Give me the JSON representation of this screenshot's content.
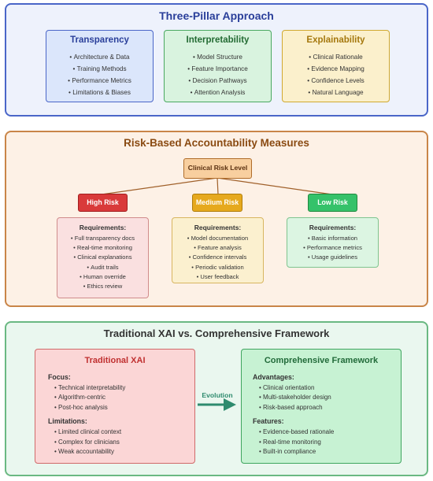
{
  "pillars": {
    "title": "Three-Pillar Approach",
    "boxes": [
      {
        "title": "Transparency",
        "items": [
          "Architecture & Data",
          "Training Methods",
          "Performance Metrics",
          "Limitations & Biases"
        ]
      },
      {
        "title": "Interpretability",
        "items": [
          "Model Structure",
          "Feature Importance",
          "Decision Pathways",
          "Attention Analysis"
        ]
      },
      {
        "title": "Explainability",
        "items": [
          "Clinical Rationale",
          "Evidence Mapping",
          "Confidence Levels",
          "Natural Language"
        ]
      }
    ]
  },
  "risk": {
    "title": "Risk-Based Accountability Measures",
    "root": "Clinical Risk Level",
    "levels": [
      {
        "label": "High Risk",
        "req_title": "Requirements:",
        "items": [
          "Full transparency docs",
          "Real-time monitoring",
          "Clinical explanations",
          "Audit trails",
          "Human override",
          "Ethics review"
        ]
      },
      {
        "label": "Medium Risk",
        "req_title": "Requirements:",
        "items": [
          "Model documentation",
          "Feature analysis",
          "Confidence intervals",
          "Periodic validation",
          "User feedback"
        ]
      },
      {
        "label": "Low Risk",
        "req_title": "Requirements:",
        "items": [
          "Basic information",
          "Performance metrics",
          "Usage guidelines"
        ]
      }
    ]
  },
  "comparison": {
    "title": "Traditional XAI vs. Comprehensive Framework",
    "arrow_label": "Evolution",
    "traditional": {
      "title": "Traditional XAI",
      "groups": [
        {
          "heading": "Focus:",
          "items": [
            "Technical interpretability",
            "Algorithm-centric",
            "Post-hoc analysis"
          ]
        },
        {
          "heading": "Limitations:",
          "items": [
            "Limited clinical context",
            "Complex for clinicians",
            "Weak accountability"
          ]
        }
      ]
    },
    "framework": {
      "title": "Comprehensive Framework",
      "groups": [
        {
          "heading": "Advantages:",
          "items": [
            "Clinical orientation",
            "Multi-stakeholder design",
            "Risk-based approach"
          ]
        },
        {
          "heading": "Features:",
          "items": [
            "Evidence-based rationale",
            "Real-time monitoring",
            "Built-in compliance"
          ]
        }
      ]
    }
  },
  "colors": {
    "blue": "#4466cc",
    "green": "#55aa66",
    "gold": "#ccaa33",
    "orange": "#cc8844",
    "red": "#cc3333",
    "teal": "#2e8b6e"
  }
}
